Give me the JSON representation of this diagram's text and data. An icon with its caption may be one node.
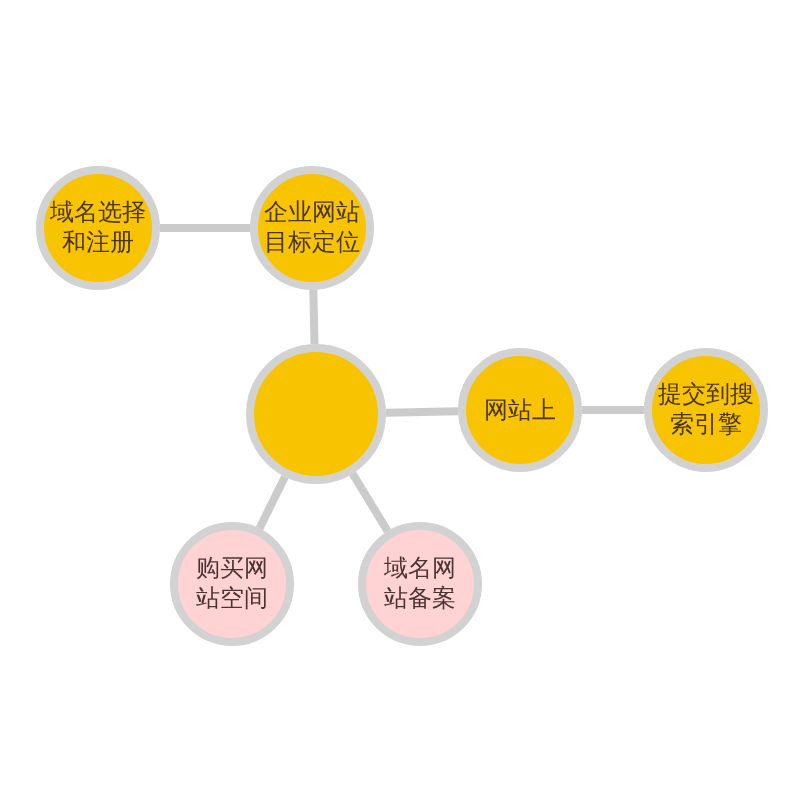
{
  "diagram": {
    "nodes": [
      {
        "text": [
          "域名选择和注册"
        ]
      },
      {
        "text": [
          "企业网站目标定位"
        ]
      },
      {
        "text": [],
        "shape": "circle"
      },
      {
        "text": [
          "网站上"
        ]
      },
      {
        "text": [
          "提交到搜索引擎"
        ]
      },
      {
        "text": [
          "购买网站空间"
        ]
      },
      {
        "text": [
          "域名网站备案"
        ]
      }
    ],
    "edges": [
      {
        "from": 0,
        "to": 1,
        "arrow": "none"
      },
      {
        "from": 1,
        "to": 2,
        "arrow": "none"
      },
      {
        "from": 2,
        "to": 3,
        "arrow": "none"
      },
      {
        "from": 3,
        "to": 4,
        "arrow": "none"
      },
      {
        "from": 2,
        "to": 5,
        "arrow": "none"
      },
      {
        "from": 2,
        "to": 6,
        "arrow": "none"
      }
    ]
  }
}
